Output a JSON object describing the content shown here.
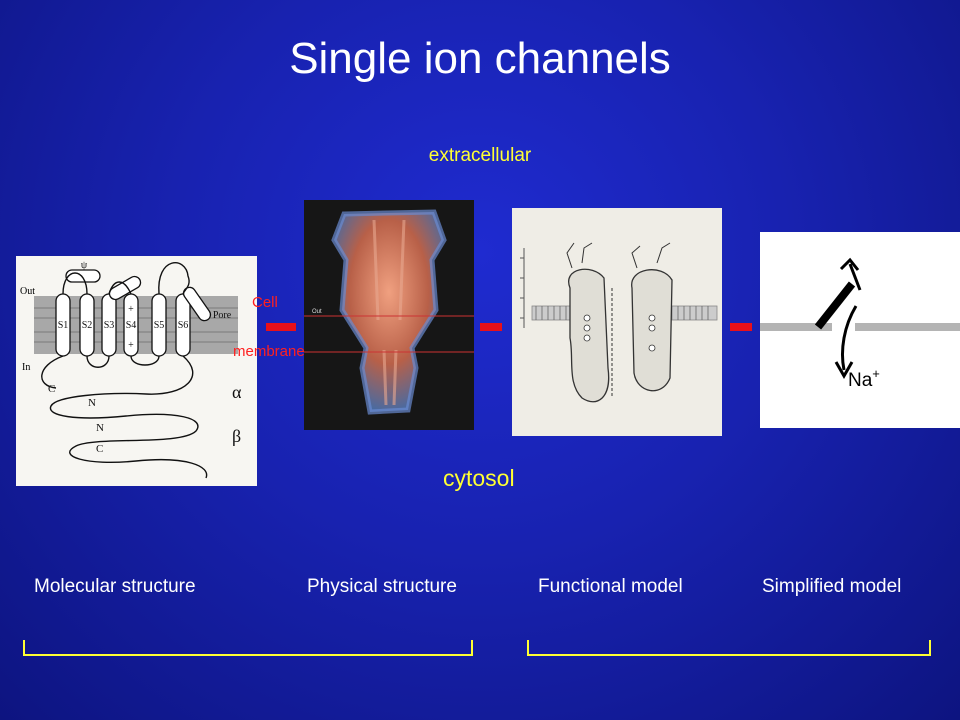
{
  "slide": {
    "title": "Single ion channels",
    "extracellular_label": "extracellular",
    "cytosol_label": "cytosol",
    "cell_membrane_label_line1": "Cell",
    "cell_membrane_label_line2": "membrane"
  },
  "captions": [
    "Molecular structure",
    "Physical structure",
    "Functional model",
    "Simplified model"
  ],
  "panels": {
    "molecular": {
      "labels": {
        "out": "Out",
        "in": "In",
        "psi": "ψ",
        "pore": "Pore",
        "s1": "S1",
        "s2": "S2",
        "s3": "S3",
        "s4": "S4",
        "s5": "S5",
        "s6": "S6",
        "plus": "+",
        "c1": "C",
        "n1": "N",
        "n2": "N",
        "c2": "C",
        "alpha": "α",
        "beta": "β"
      }
    },
    "physical": {
      "out_label": "Out"
    },
    "simplified": {
      "ion_label": "Na",
      "ion_charge": "+"
    }
  },
  "colors": {
    "background": "#1822b0",
    "title_text": "#ffffff",
    "highlight_text": "#ffff33",
    "membrane_marker": "#e8101a"
  }
}
